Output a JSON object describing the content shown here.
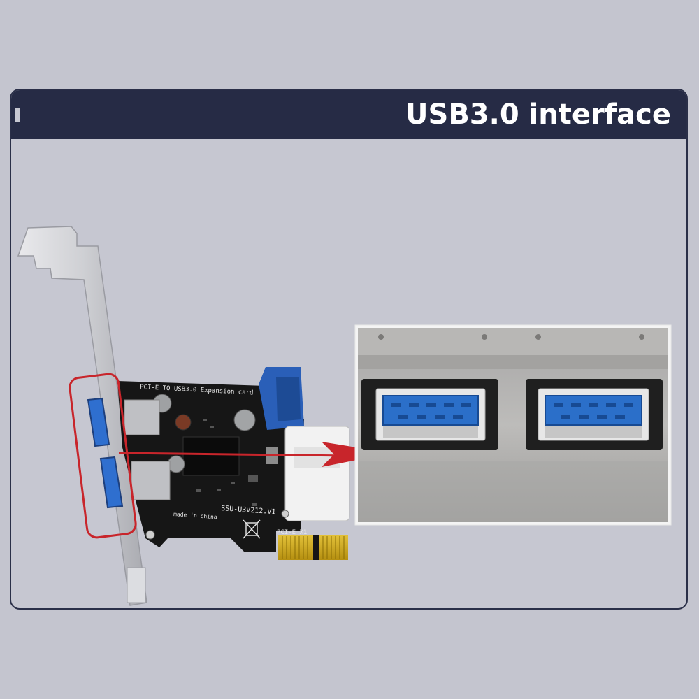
{
  "header": {
    "title": "USB3.0 interface"
  },
  "card": {
    "pcb_title": "PCI-E TO USB3.0 Expansion card",
    "model": "SSU-U3V212.V1",
    "origin": "made in china",
    "slot": "PCI-E X1"
  },
  "colors": {
    "header_bar": "#262b45",
    "background": "#c4c5cf",
    "highlight_red": "#c8252b",
    "usb_blue": "#2b6fc9"
  },
  "icons": [
    "arrow-right-icon",
    "weee-bin-icon"
  ]
}
